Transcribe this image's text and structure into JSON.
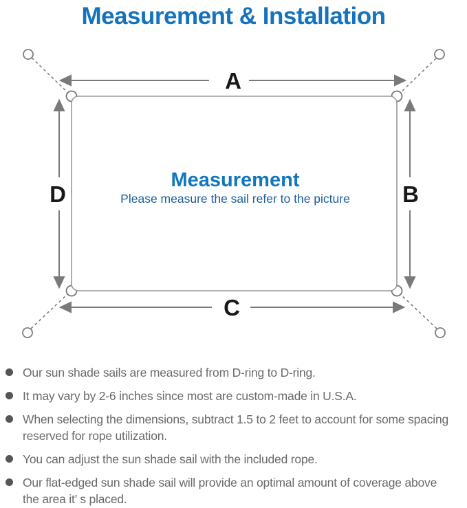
{
  "title": "Measurement & Installation",
  "diagram": {
    "side_labels": {
      "top": "A",
      "right": "B",
      "bottom": "C",
      "left": "D"
    },
    "center_heading": "Measurement",
    "center_subtitle": "Please measure the sail refer to the picture"
  },
  "notes": {
    "items": [
      "Our sun shade sails are measured from D-ring to D-ring.",
      "It may vary by 2-6 inches since most are custom-made in U.S.A.",
      "When selecting the dimensions, subtract 1.5 to 2 feet to account for some spacing\nreserved for rope utilization.",
      "You can adjust the sun shade sail with the included rope.",
      "Our flat-edged sun shade sail will provide an optimal amount of coverage above\nthe area it’ s placed."
    ]
  },
  "colors": {
    "accent_blue": "#1573bd",
    "subtitle_blue": "#1d5e9b",
    "text_gray": "#6a6a6a",
    "line_gray": "#8b8b8b"
  }
}
